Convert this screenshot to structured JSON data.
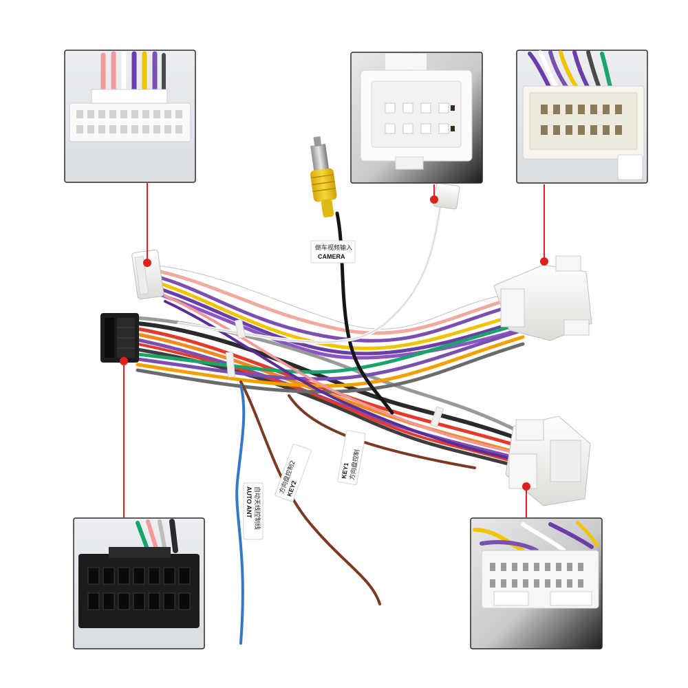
{
  "labels": {
    "camera_cn": "倒车视频输入",
    "camera_en": "CAMERA",
    "key1_en": "KEY1",
    "key1_cn": "方向盘控制",
    "key2_en": "KEY2",
    "key2_cn": "方向盘控制2",
    "ant_en": "AUTO ANT",
    "ant_cn": "自动天线控制线"
  },
  "colors": {
    "pointer_red": "#e0201c",
    "connector_white": "#f4f4f2",
    "connector_black": "#1c1c1e",
    "rca_yellow": "#f2c81a"
  }
}
